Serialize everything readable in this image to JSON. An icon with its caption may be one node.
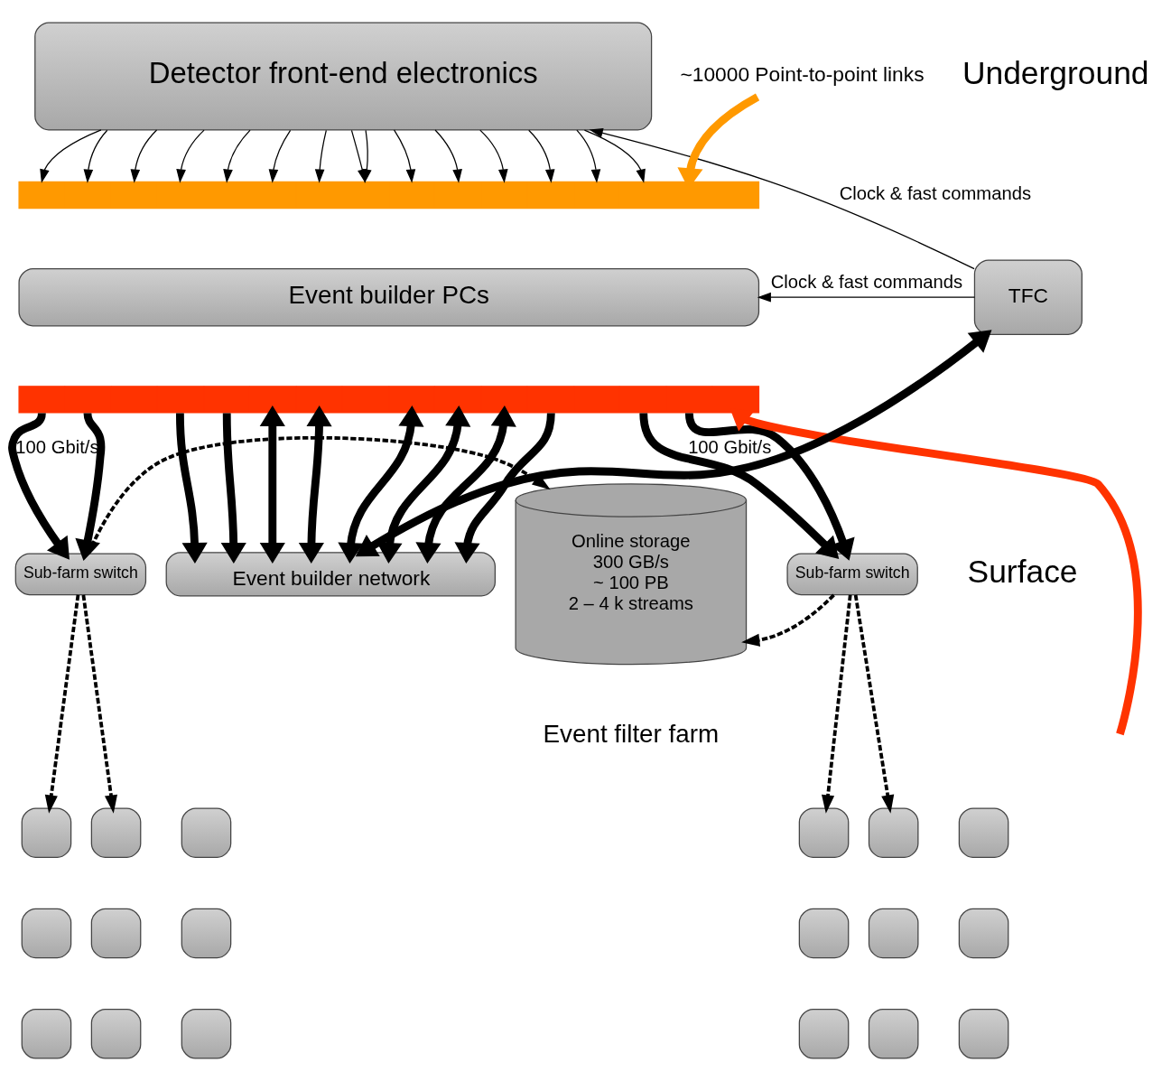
{
  "diagram": {
    "nodes": [
      {
        "text": [
          "Detector front-end electronics"
        ]
      },
      {
        "text": [],
        "shape": "bar"
      },
      {
        "text": [
          "Event builder PCs"
        ]
      },
      {
        "text": [],
        "shape": "bar"
      },
      {
        "text": [
          "TFC"
        ]
      },
      {
        "text": [
          "Event builder network"
        ]
      },
      {
        "text": [
          "Sub-farm switch"
        ]
      },
      {
        "text": [
          "Online storage",
          "300 GB/s",
          "~ 100 PB",
          "2 – 4 k streams"
        ],
        "beside": [
          "Event filter farm"
        ]
      },
      {
        "text": [
          "Sub-farm switch"
        ]
      },
      {
        "text": [
          "~10000 Point-to-point links"
        ]
      },
      {
        "text": [],
        "shape": "box"
      },
      {
        "text": [],
        "shape": "box"
      },
      {
        "text": [],
        "shape": "box"
      },
      {
        "text": [],
        "shape": "box"
      },
      {
        "text": [],
        "shape": "box"
      },
      {
        "text": [],
        "shape": "box"
      },
      {
        "text": [],
        "shape": "box"
      },
      {
        "text": [],
        "shape": "box"
      },
      {
        "text": [],
        "shape": "box"
      },
      {
        "text": [],
        "shape": "box"
      },
      {
        "text": [],
        "shape": "box"
      },
      {
        "text": [],
        "shape": "box"
      },
      {
        "text": [],
        "shape": "box"
      },
      {
        "text": [],
        "shape": "box"
      },
      {
        "text": [],
        "shape": "box"
      },
      {
        "text": [],
        "shape": "box"
      },
      {
        "text": [],
        "shape": "box"
      },
      {
        "text": [],
        "shape": "box"
      }
    ],
    "edges": [
      {
        "from": 0,
        "to": 1,
        "arrow": "to"
      },
      {
        "from": 0,
        "to": 1,
        "arrow": "to"
      },
      {
        "from": 0,
        "to": 1,
        "arrow": "to"
      },
      {
        "from": 0,
        "to": 1,
        "arrow": "to"
      },
      {
        "from": 0,
        "to": 1,
        "arrow": "to"
      },
      {
        "from": 0,
        "to": 1,
        "arrow": "to"
      },
      {
        "from": 0,
        "to": 1,
        "arrow": "to"
      },
      {
        "from": 0,
        "to": 1,
        "arrow": "to"
      },
      {
        "from": 0,
        "to": 1,
        "arrow": "to"
      },
      {
        "from": 0,
        "to": 1,
        "arrow": "to"
      },
      {
        "from": 0,
        "to": 1,
        "arrow": "to"
      },
      {
        "from": 0,
        "to": 1,
        "arrow": "to"
      },
      {
        "from": 0,
        "to": 1,
        "arrow": "to"
      },
      {
        "from": 0,
        "to": 1,
        "arrow": "to"
      },
      {
        "from": 0,
        "to": 1,
        "arrow": "to"
      },
      {
        "from": 9,
        "to": 1,
        "arrow": "to",
        "style": "thick",
        "color": "#ff9900"
      },
      {
        "from": null,
        "to": 3,
        "arrow": "to",
        "style": "thick",
        "color": "#ff3300"
      },
      {
        "from": 4,
        "to": 0,
        "arrow": "to",
        "label": "Clock & fast commands"
      },
      {
        "from": 4,
        "to": 2,
        "arrow": "to",
        "label": "Clock & fast commands"
      },
      {
        "from": 3,
        "to": 6,
        "arrow": "to",
        "style": "thick",
        "label": "100 Gbit/s"
      },
      {
        "from": 3,
        "to": 6,
        "arrow": "to",
        "style": "thick"
      },
      {
        "from": 3,
        "to": 5,
        "arrow": "to",
        "style": "thick"
      },
      {
        "from": 3,
        "to": 5,
        "arrow": "to",
        "style": "thick"
      },
      {
        "from": 3,
        "to": 5,
        "arrow": "both",
        "style": "thick"
      },
      {
        "from": 3,
        "to": 5,
        "arrow": "both",
        "style": "thick"
      },
      {
        "from": 3,
        "to": 5,
        "arrow": "both",
        "style": "thick"
      },
      {
        "from": 3,
        "to": 5,
        "arrow": "both",
        "style": "thick"
      },
      {
        "from": 3,
        "to": 5,
        "arrow": "both",
        "style": "thick"
      },
      {
        "from": 3,
        "to": 5,
        "arrow": "to",
        "style": "thick"
      },
      {
        "from": 3,
        "to": 8,
        "arrow": "to",
        "style": "thick",
        "label": "100 Gbit/s"
      },
      {
        "from": 3,
        "to": 8,
        "arrow": "to",
        "style": "thick"
      },
      {
        "from": 5,
        "to": 4,
        "arrow": "both",
        "style": "thick"
      },
      {
        "from": 6,
        "to": 7,
        "arrow": "to",
        "style": "dashed"
      },
      {
        "from": 8,
        "to": 7,
        "arrow": "to",
        "style": "dashed"
      },
      {
        "from": 6,
        "to": 10,
        "arrow": "to",
        "style": "dashed"
      },
      {
        "from": 6,
        "to": 11,
        "arrow": "to",
        "style": "dashed"
      },
      {
        "from": 8,
        "to": 19,
        "arrow": "to",
        "style": "dashed"
      },
      {
        "from": 8,
        "to": 20,
        "arrow": "to",
        "style": "dashed"
      }
    ],
    "labels": [
      "Underground",
      "Surface"
    ]
  }
}
